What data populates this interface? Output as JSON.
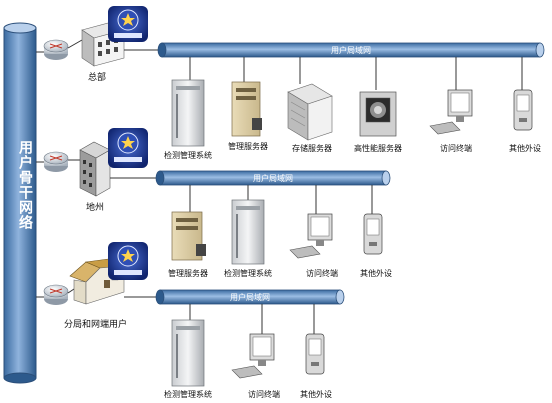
{
  "backbone": {
    "label": "用户骨干网络"
  },
  "sites": [
    {
      "name": "总部",
      "lan_label": "用户局域网",
      "devices": [
        "检测管理系统",
        "管理服务器",
        "存储服务器",
        "高性能服务器",
        "访问终端",
        "其他外设"
      ]
    },
    {
      "name": "地州",
      "lan_label": "用户局域网",
      "devices": [
        "管理服务器",
        "检测管理系统",
        "访问终端",
        "其他外设"
      ]
    },
    {
      "name": "分局和网端用户",
      "lan_label": "用户局域网",
      "devices": [
        "检测管理系统",
        "访问终端",
        "其他外设"
      ]
    }
  ],
  "colors": {
    "pipe": "#4f81bd",
    "pipe_dark": "#2e5b8f",
    "router": "#dfe6ee",
    "badge": "#1f3a93"
  }
}
